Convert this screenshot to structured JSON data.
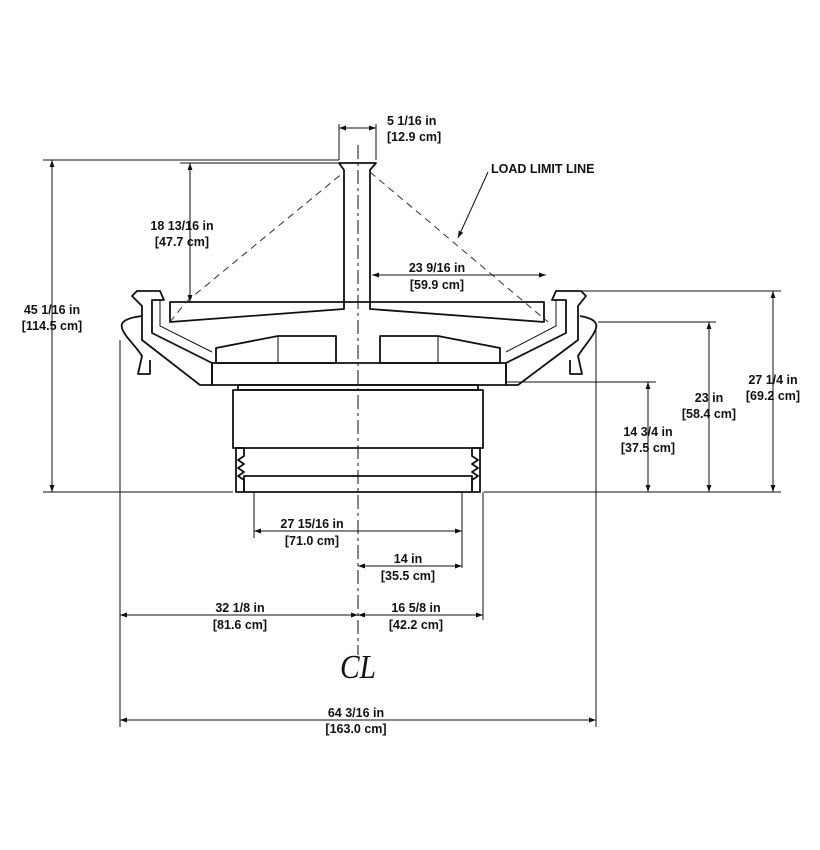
{
  "dimensions": {
    "hub_width": {
      "in": "5 1/16 in",
      "cm": "[12.9 cm]"
    },
    "load_height": {
      "in": "18 13/16 in",
      "cm": "[47.7 cm]"
    },
    "overall_height": {
      "in": "45 1/16 in",
      "cm": "[114.5 cm]"
    },
    "load_radius": {
      "in": "23 9/16 in",
      "cm": "[59.9 cm]"
    },
    "rim_height": {
      "in": "27 1/4 in",
      "cm": "[69.2 cm]"
    },
    "flange_height": {
      "in": "23 in",
      "cm": "[58.4 cm]"
    },
    "base_height": {
      "in": "14 3/4 in",
      "cm": "[37.5 cm]"
    },
    "inner_diameter": {
      "in": "27 15/16 in",
      "cm": "[71.0 cm]"
    },
    "inner_radius": {
      "in": "14 in",
      "cm": "[35.5 cm]"
    },
    "left_reach": {
      "in": "32 1/8 in",
      "cm": "[81.6 cm]"
    },
    "right_reach": {
      "in": "16 5/8 in",
      "cm": "[42.2 cm]"
    },
    "overall_width": {
      "in": "64 3/16 in",
      "cm": "[163.0 cm]"
    }
  },
  "callouts": {
    "load_limit_line": "LOAD LIMIT LINE",
    "centerline_symbol": "CL"
  }
}
